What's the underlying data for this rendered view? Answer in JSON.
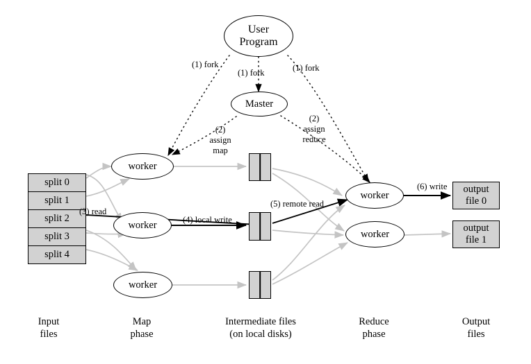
{
  "figure": {
    "title": "MapReduce execution overview"
  },
  "nodes": {
    "user_program": {
      "label_line1": "User",
      "label_line2": "Program"
    },
    "master": {
      "label": "Master"
    },
    "map_workers": [
      {
        "label": "worker"
      },
      {
        "label": "worker"
      },
      {
        "label": "worker"
      }
    ],
    "reduce_workers": [
      {
        "label": "worker"
      },
      {
        "label": "worker"
      }
    ],
    "input_splits": [
      {
        "label": "split 0"
      },
      {
        "label": "split 1"
      },
      {
        "label": "split 2"
      },
      {
        "label": "split 3"
      },
      {
        "label": "split 4"
      }
    ],
    "intermediate_files": [
      {
        "label": ""
      },
      {
        "label": ""
      },
      {
        "label": ""
      }
    ],
    "output_files": [
      {
        "label_line1": "output",
        "label_line2": "file 0"
      },
      {
        "label_line1": "output",
        "label_line2": "file 1"
      }
    ]
  },
  "edge_labels": {
    "fork_left": "(1) fork",
    "fork_center": "(1) fork",
    "fork_right": "(1) fork",
    "assign_map_line1": "(2)",
    "assign_map_line2": "assign",
    "assign_map_line3": "map",
    "assign_reduce_line1": "(2)",
    "assign_reduce_line2": "assign",
    "assign_reduce_line3": "reduce",
    "read": "(3) read",
    "local_write": "(4) local write",
    "remote_read": "(5) remote read",
    "write": "(6) write"
  },
  "column_labels": [
    {
      "line1": "Input",
      "line2": "files"
    },
    {
      "line1": "Map",
      "line2": "phase"
    },
    {
      "line1": "Intermediate files",
      "line2": "(on local disks)"
    },
    {
      "line1": "Reduce",
      "line2": "phase"
    },
    {
      "line1": "Output",
      "line2": "files"
    }
  ],
  "colors": {
    "box_fill": "#d2d2d2",
    "stroke": "#000000",
    "faded_edge": "#c4c4c4",
    "background": "#ffffff"
  }
}
